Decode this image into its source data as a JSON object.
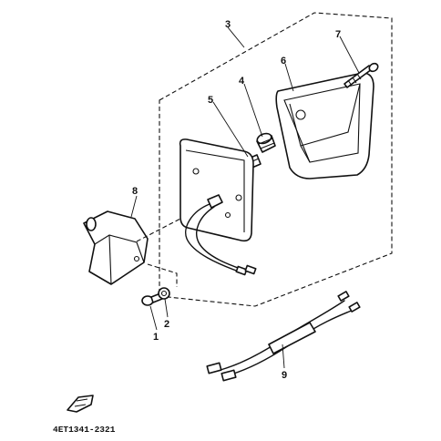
{
  "callouts": {
    "c1": "1",
    "c2": "2",
    "c3": "3",
    "c4": "4",
    "c5": "5",
    "c6": "6",
    "c7": "7",
    "c8": "8",
    "c9": "9"
  },
  "drawing_code": "4ET1341-2321"
}
